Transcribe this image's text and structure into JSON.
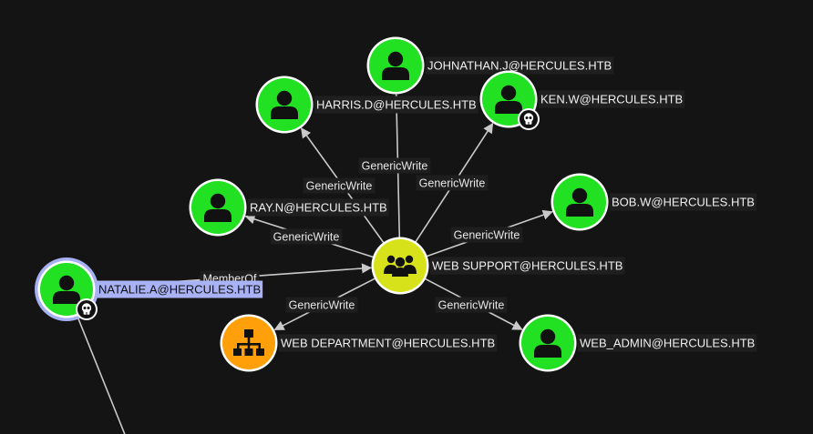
{
  "colors": {
    "background": "#141414",
    "user": "#22e022",
    "group": "#d7e21a",
    "ou": "#ff9f0a",
    "selected": "#a9b2f5",
    "edge": "#c9c9c9"
  },
  "nodes": [
    {
      "id": "johnathan",
      "label": "JOHNATHAN.J@HERCULES.HTB",
      "kind": "user",
      "icon": "user-icon",
      "owned": false,
      "selected": false
    },
    {
      "id": "harris",
      "label": "HARRIS.D@HERCULES.HTB",
      "kind": "user",
      "icon": "user-icon",
      "owned": false,
      "selected": false
    },
    {
      "id": "ken",
      "label": "KEN.W@HERCULES.HTB",
      "kind": "user",
      "icon": "user-icon",
      "owned": true,
      "selected": false
    },
    {
      "id": "bob",
      "label": "BOB.W@HERCULES.HTB",
      "kind": "user",
      "icon": "user-icon",
      "owned": false,
      "selected": false
    },
    {
      "id": "ray",
      "label": "RAY.N@HERCULES.HTB",
      "kind": "user",
      "icon": "user-icon",
      "owned": false,
      "selected": false
    },
    {
      "id": "websupport",
      "label": "WEB SUPPORT@HERCULES.HTB",
      "kind": "group",
      "icon": "group-icon",
      "owned": false,
      "selected": false
    },
    {
      "id": "natalie",
      "label": "NATALIE.A@HERCULES.HTB",
      "kind": "user",
      "icon": "user-icon",
      "owned": true,
      "selected": true
    },
    {
      "id": "webdept",
      "label": "WEB DEPARTMENT@HERCULES.HTB",
      "kind": "ou",
      "icon": "org-chart-icon",
      "owned": false,
      "selected": false
    },
    {
      "id": "webadmin",
      "label": "WEB_ADMIN@HERCULES.HTB",
      "kind": "user",
      "icon": "user-icon",
      "owned": false,
      "selected": false
    }
  ],
  "edges": [
    {
      "from": "natalie",
      "to": "websupport",
      "label": "MemberOf"
    },
    {
      "from": "websupport",
      "to": "johnathan",
      "label": "GenericWrite"
    },
    {
      "from": "websupport",
      "to": "harris",
      "label": "GenericWrite"
    },
    {
      "from": "websupport",
      "to": "ken",
      "label": "GenericWrite"
    },
    {
      "from": "websupport",
      "to": "bob",
      "label": "GenericWrite"
    },
    {
      "from": "websupport",
      "to": "ray",
      "label": "GenericWrite"
    },
    {
      "from": "websupport",
      "to": "webdept",
      "label": "GenericWrite"
    },
    {
      "from": "websupport",
      "to": "webadmin",
      "label": "GenericWrite"
    },
    {
      "from": "natalie",
      "to": "offscreen",
      "label": ""
    }
  ]
}
